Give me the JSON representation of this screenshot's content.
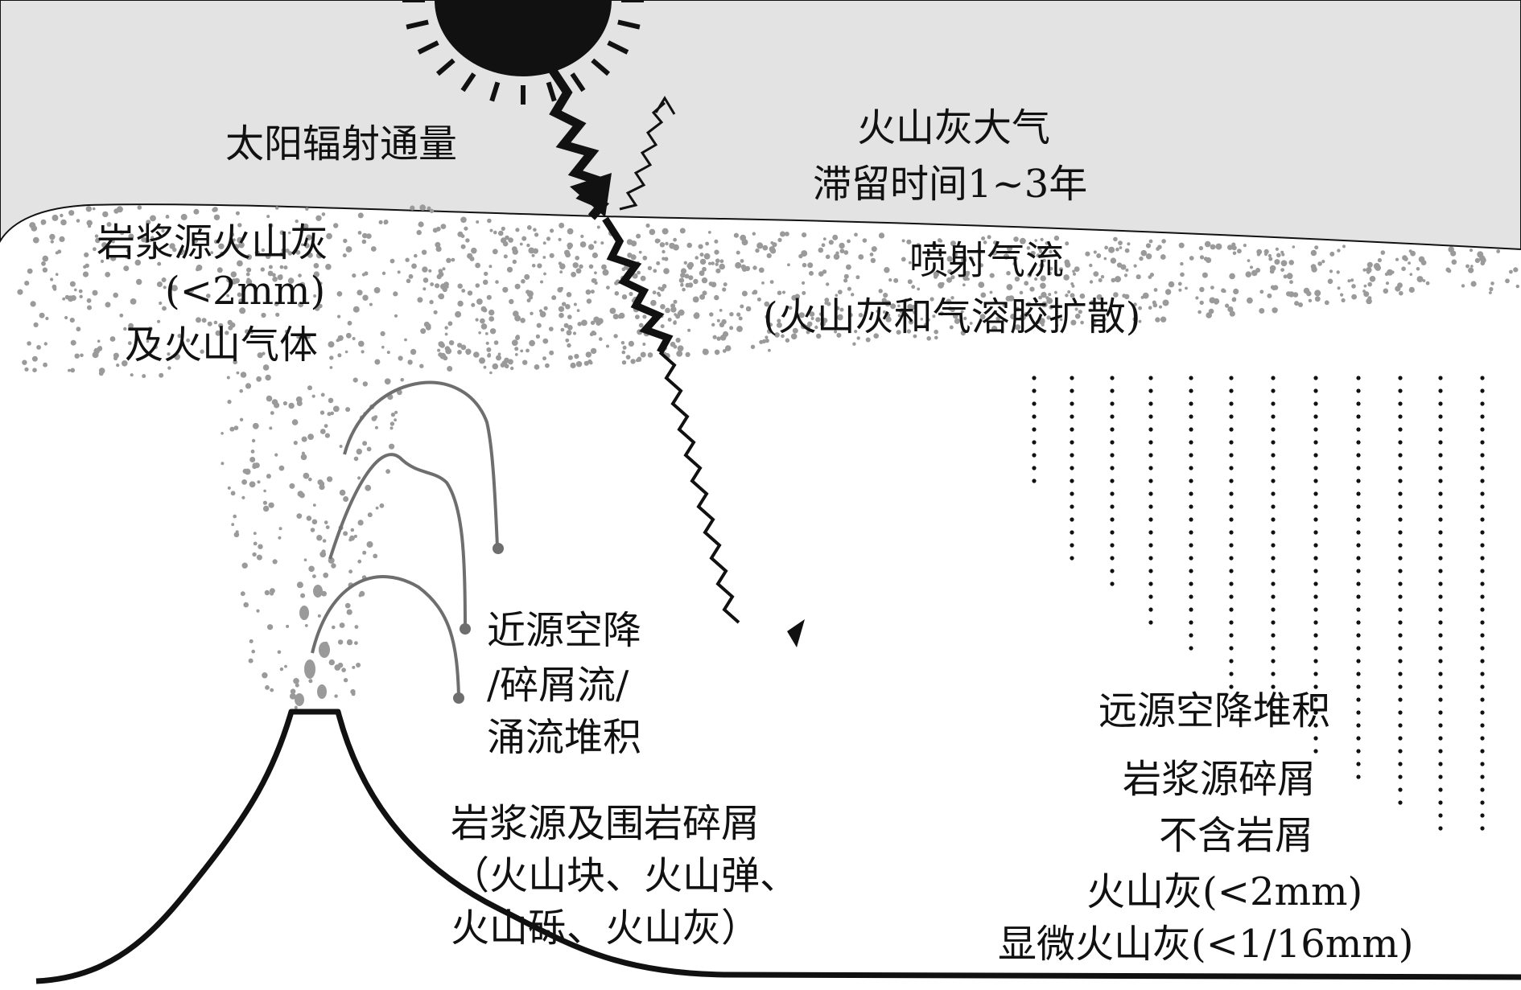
{
  "labels": {
    "solar_flux": "太阳辐射通量",
    "atmosphere_title": "火山灰大气",
    "atmosphere_residence": "滞留时间1~3年",
    "magmatic_ash_1": "岩浆源火山灰",
    "magmatic_ash_2": "(<2mm)",
    "magmatic_ash_3": "及火山气体",
    "jet_1": "喷射气流",
    "jet_2": "(火山灰和气溶胶扩散)",
    "proximal_1": "近源空降",
    "proximal_2": "/碎屑流/",
    "proximal_3": "涌流堆积",
    "clastics_1": "岩浆源及围岩碎屑",
    "clastics_2": "（火山块、火山弹、",
    "clastics_3": "火山砾、火山灰）",
    "distal_1": "远源空降堆积",
    "distal_2": "岩浆源碎屑",
    "distal_3": "不含岩屑",
    "distal_4": "火山灰(<2mm)",
    "distal_5": "显微火山灰(<1/16mm)"
  },
  "colors": {
    "atmosphere_band": "#e3e3e3",
    "ash_stipple": "#9a9a9a",
    "ballistic_path": "#6e6e6e",
    "ink": "#111111"
  },
  "icons": {
    "sun": "sun-icon",
    "incoming_radiation": "wavy-arrow-down",
    "reflected_radiation": "wavy-arrow-up",
    "ballistic_landing": "burst-star"
  }
}
